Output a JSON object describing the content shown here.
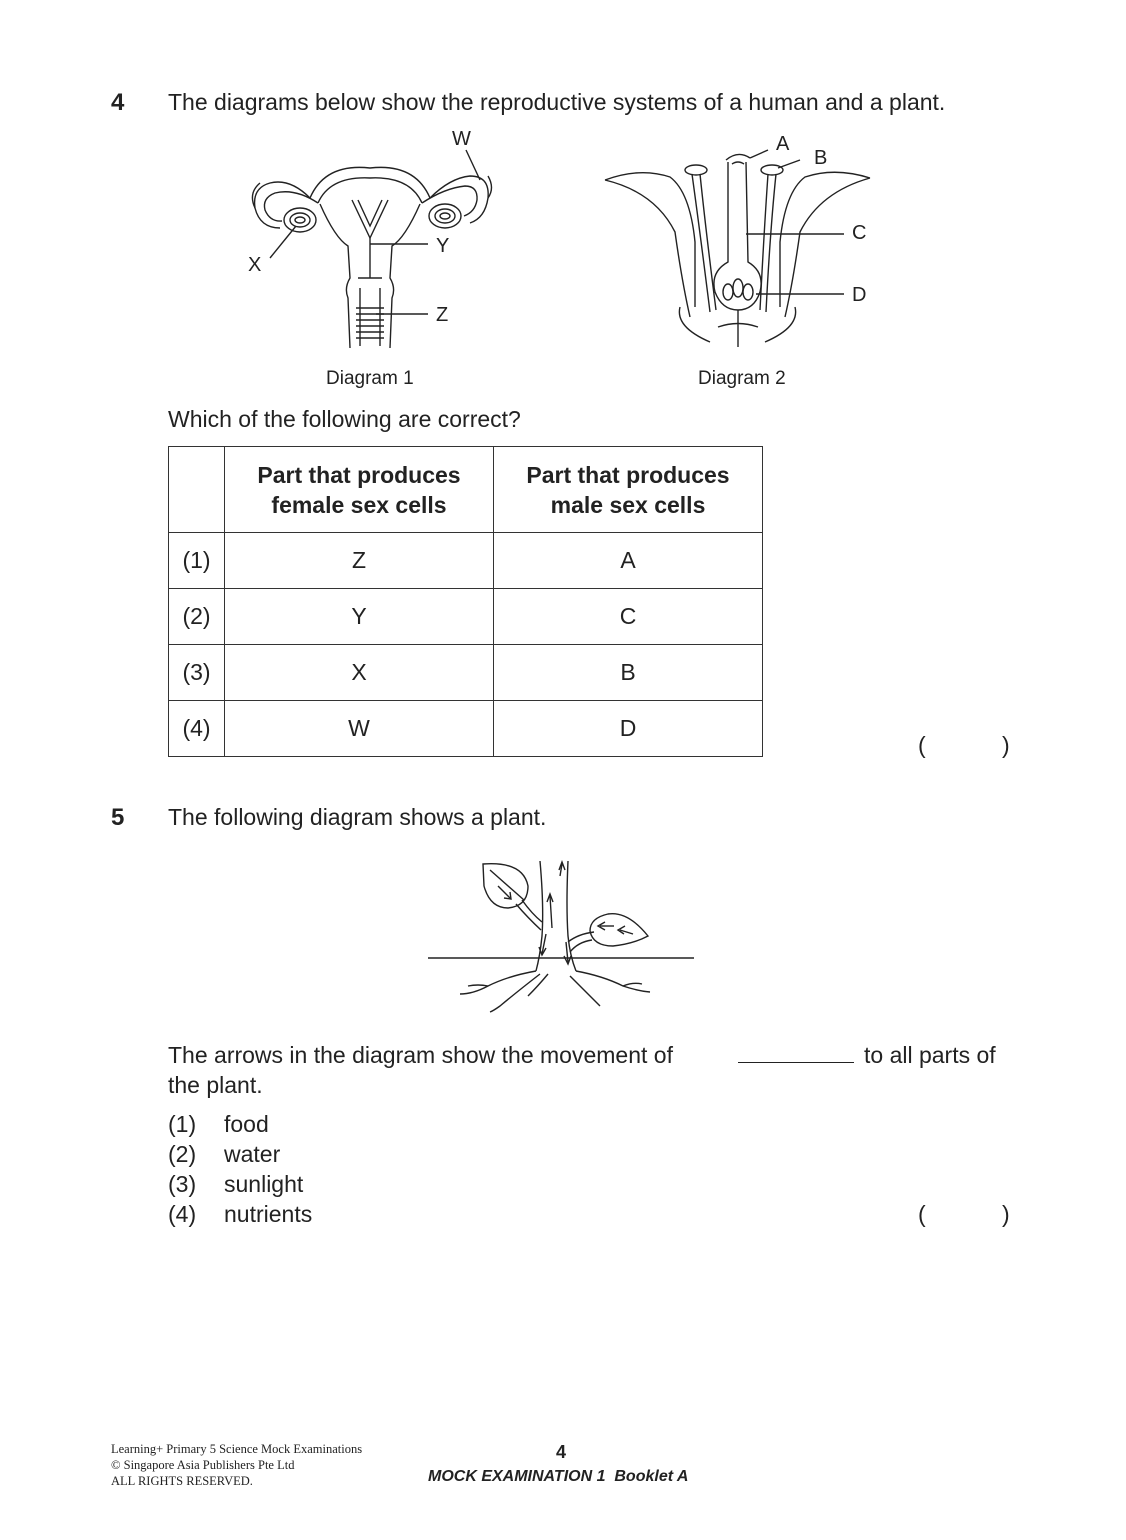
{
  "q4": {
    "number": "4",
    "text": "The diagrams below show the reproductive systems of a human and a plant.",
    "diagram1": {
      "caption": "Diagram 1",
      "labels": {
        "w": "W",
        "x": "X",
        "y": "Y",
        "z": "Z"
      }
    },
    "diagram2": {
      "caption": "Diagram 2",
      "labels": {
        "a": "A",
        "b": "B",
        "c": "C",
        "d": "D"
      }
    },
    "prompt": "Which of the following are correct?",
    "table": {
      "header_female": "Part that produces female sex cells",
      "header_male": "Part that produces male sex cells",
      "rows": [
        {
          "option": "(1)",
          "female": "Z",
          "male": "A"
        },
        {
          "option": "(2)",
          "female": "Y",
          "male": "C"
        },
        {
          "option": "(3)",
          "female": "X",
          "male": "B"
        },
        {
          "option": "(4)",
          "female": "W",
          "male": "D"
        }
      ]
    },
    "answer_open": "(",
    "answer_close": ")"
  },
  "q5": {
    "number": "5",
    "text": "The following diagram shows a plant.",
    "sentence_a": "The arrows in the diagram show the movement of",
    "sentence_b": "to all parts of",
    "sentence_c": "the plant.",
    "options": [
      {
        "n": "(1)",
        "label": "food"
      },
      {
        "n": "(2)",
        "label": "water"
      },
      {
        "n": "(3)",
        "label": "sunlight"
      },
      {
        "n": "(4)",
        "label": "nutrients"
      }
    ],
    "answer_open": "(",
    "answer_close": ")"
  },
  "footer": {
    "line1": "Learning+ Primary 5 Science Mock Examinations",
    "line2": "© Singapore Asia Publishers Pte Ltd",
    "line3": "ALL RIGHTS RESERVED.",
    "page_number": "4",
    "exam": "MOCK EXAMINATION 1  Booklet A"
  }
}
